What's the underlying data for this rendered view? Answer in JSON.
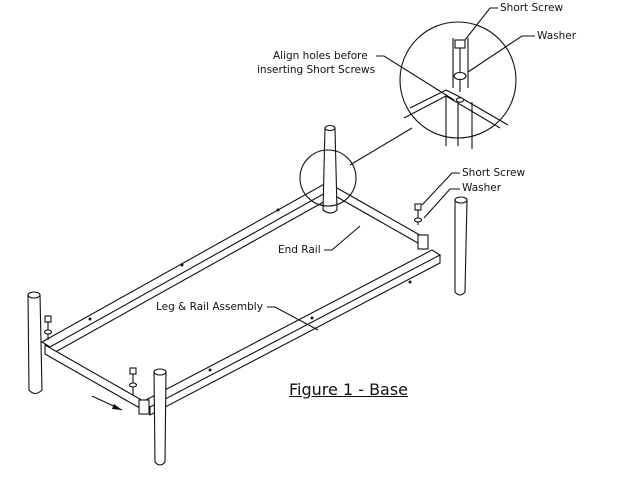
{
  "labels": {
    "short_screw_top": "Short Screw",
    "washer_top": "Washer",
    "align_line1": "Align holes before",
    "align_line2": "inserting Short Screws",
    "short_screw_mid": "Short Screw",
    "washer_mid": "Washer",
    "end_rail": "End Rail",
    "leg_rail_assembly": "Leg & Rail Assembly"
  },
  "figure_caption": "Figure 1 - Base"
}
